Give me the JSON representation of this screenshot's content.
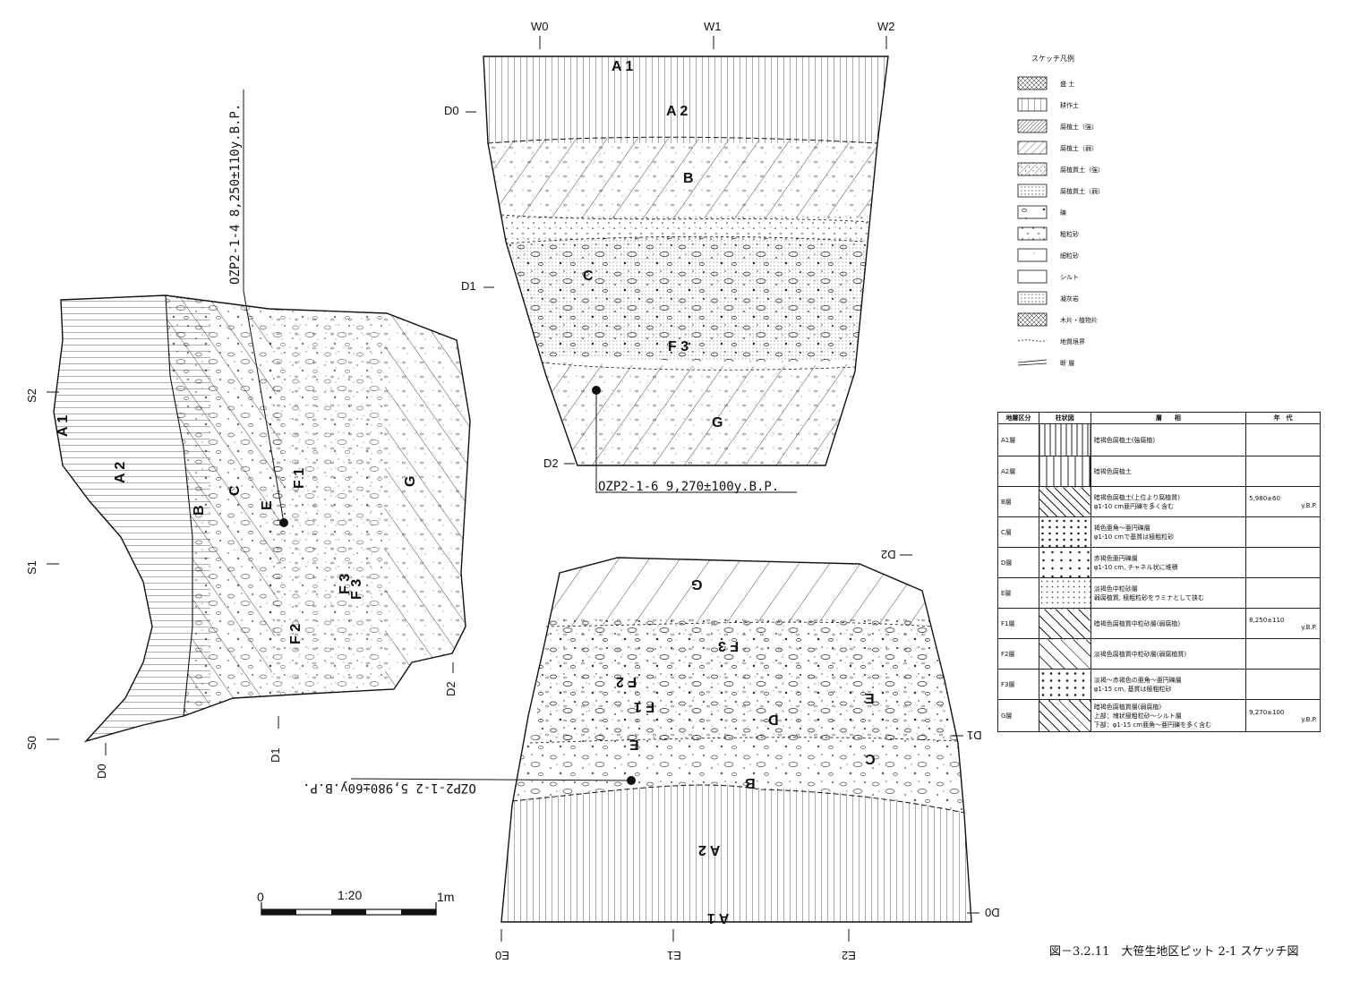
{
  "top_section": {
    "grid": [
      "W0",
      "W1",
      "W2"
    ],
    "depth": [
      "D0",
      "D1",
      "D2"
    ],
    "layers": [
      "A 1",
      "A 2",
      "B",
      "C",
      "F 3",
      "G"
    ],
    "sample": "OZP2-1-6  9,270±100y.B.P."
  },
  "left_section": {
    "grid": [
      "S2",
      "S1",
      "S0"
    ],
    "depth": [
      "D0",
      "D1",
      "D2"
    ],
    "layers": [
      "A 1",
      "A 2",
      "B",
      "C",
      "E",
      "F 1",
      "F 2",
      "F 3",
      "F 3",
      "G"
    ],
    "sample": "OZP2-1-4  8,250±110y.B.P."
  },
  "bottom_section": {
    "grid": [
      "E0",
      "E1",
      "E2"
    ],
    "depth": [
      "D2",
      "D1",
      "D0"
    ],
    "layers": [
      "G",
      "F 3",
      "F 2",
      "F 1",
      "E",
      "E",
      "D",
      "C",
      "B",
      "A 2",
      "A 1"
    ],
    "sample": "OZP2-1-2  5,980±60y.B.P."
  },
  "scale": {
    "zero": "0",
    "mid": "1:20",
    "end": "1m"
  },
  "legend": {
    "title": "スケッチ凡例",
    "items": [
      "盛 土",
      "耕作土",
      "腐植土（強）",
      "腐植土（弱）",
      "腐植質土（強）",
      "腐植質土（弱）",
      "礫",
      "粗粒砂",
      "細粒砂",
      "シルト",
      "凝灰岩",
      "木片・植物片",
      "地質境界",
      "断 層"
    ]
  },
  "table": {
    "headers": [
      "地層区分",
      "柱状図",
      "層　　相",
      "年　代"
    ],
    "rows": [
      {
        "unit": "A1層",
        "facies": [
          "暗褐色腐植土(強腐植)"
        ],
        "age": []
      },
      {
        "unit": "A2層",
        "facies": [
          "暗褐色腐植土"
        ],
        "age": []
      },
      {
        "unit": "B層",
        "facies": [
          "暗褐色腐植土(上位より腐植質)",
          "φ1-10 cm亜円礫を多く含む"
        ],
        "age": [
          "5,980±60",
          "y.B.P."
        ]
      },
      {
        "unit": "C層",
        "facies": [
          "褐色亜角～亜円礫層",
          "φ1-10 cmで基質は極粗粒砂"
        ],
        "age": []
      },
      {
        "unit": "D層",
        "facies": [
          "赤褐色亜円礫層",
          "φ1-10 cm, チャネル状に堆積"
        ],
        "age": []
      },
      {
        "unit": "E層",
        "facies": [
          "淡褐色中粒砂層",
          "弱腐植質, 極粗粒砂をラミナとして挟む"
        ],
        "age": []
      },
      {
        "unit": "F1層",
        "facies": [
          "暗褐色腐植質中粒砂層(弱腐植)"
        ],
        "age": [
          "8,250±110",
          "y.B.P."
        ]
      },
      {
        "unit": "F2層",
        "facies": [
          "淡褐色腐植質中粒砂層(弱腐植質)"
        ],
        "age": []
      },
      {
        "unit": "F3層",
        "facies": [
          "淡褐～赤褐色の亜角～亜円礫層",
          "φ1-15 cm, 基質は極粗粒砂"
        ],
        "age": []
      },
      {
        "unit": "G層",
        "facies": [
          "暗褐色腐植質層(弱腐植)",
          "上部：塊状極粗粒砂～シルト層",
          "下部：φ1-15 cm亜角～亜円礫を多く含む"
        ],
        "age": [
          "9,270±100",
          "y.B.P."
        ]
      }
    ]
  },
  "caption": "図－3.2.11　大笹生地区ピット 2-1 スケッチ図"
}
